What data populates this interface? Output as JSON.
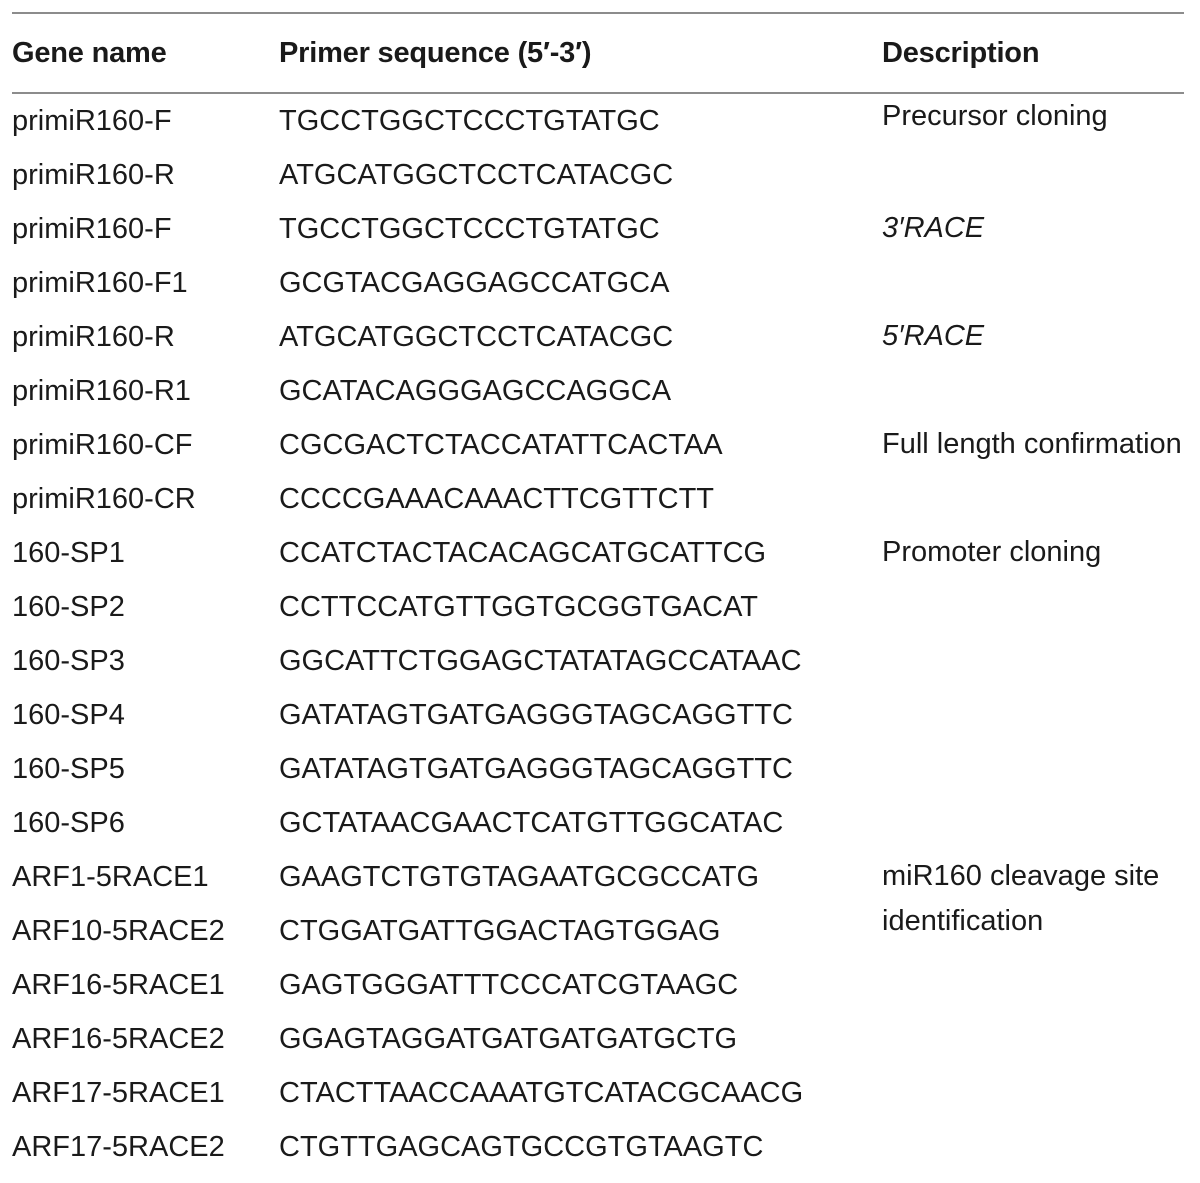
{
  "headers": {
    "gene": "Gene name",
    "primer": "Primer sequence (5′-3′)",
    "description": "Description"
  },
  "rows": [
    {
      "gene": "primiR160-F",
      "primer": "TGCCTGGCTCCCTGTATGC"
    },
    {
      "gene": "primiR160-R",
      "primer": "ATGCATGGCTCCTCATACGC"
    },
    {
      "gene": "primiR160-F",
      "primer": "TGCCTGGCTCCCTGTATGC"
    },
    {
      "gene": "primiR160-F1",
      "primer": "GCGTACGAGGAGCCATGCA"
    },
    {
      "gene": "primiR160-R",
      "primer": "ATGCATGGCTCCTCATACGC"
    },
    {
      "gene": "primiR160-R1",
      "primer": "GCATACAGGGAGCCAGGCA"
    },
    {
      "gene": "primiR160-CF",
      "primer": "CGCGACTCTACCATATTCACTAA"
    },
    {
      "gene": "primiR160-CR",
      "primer": "CCCCGAAACAAACTTCGTTCTT"
    },
    {
      "gene": "160-SP1",
      "primer": "CCATCTACTACACAGCATGCATTCG"
    },
    {
      "gene": "160-SP2",
      "primer": "CCTTCCATGTTGGTGCGGTGACAT"
    },
    {
      "gene": "160-SP3",
      "primer": "GGCATTCTGGAGCTATATAGCCATAAC"
    },
    {
      "gene": "160-SP4",
      "primer": "GATATAGTGATGAGGGTAGCAGGTTC"
    },
    {
      "gene": "160-SP5",
      "primer": "GATATAGTGATGAGGGTAGCAGGTTC"
    },
    {
      "gene": "160-SP6",
      "primer": "GCTATAACGAACTCATGTTGGCATAC"
    },
    {
      "gene": "ARF1-5RACE1",
      "primer": "GAAGTCTGTGTAGAATGCGCCATG"
    },
    {
      "gene": "ARF10-5RACE2",
      "primer": "CTGGATGATTGGACTAGTGGAG"
    },
    {
      "gene": "ARF16-5RACE1",
      "primer": "GAGTGGGATTTCCCATCGTAAGC"
    },
    {
      "gene": "ARF16-5RACE2",
      "primer": "GGAGTAGGATGATGATGATGCTG"
    },
    {
      "gene": "ARF17-5RACE1",
      "primer": "CTACTTAACCAAATGTCATACGCAACG"
    },
    {
      "gene": "ARF17-5RACE2",
      "primer": "CTGTTGAGCAGTGCCGTGTAAGTC"
    }
  ],
  "descriptions": [
    {
      "text": "Precursor cloning"
    },
    {
      "text": "3′RACE"
    },
    {
      "text": "5′RACE"
    },
    {
      "text": "Full length confirmation"
    },
    {
      "text": "Promoter cloning"
    },
    {
      "text": "miR160 cleavage site identification"
    }
  ]
}
